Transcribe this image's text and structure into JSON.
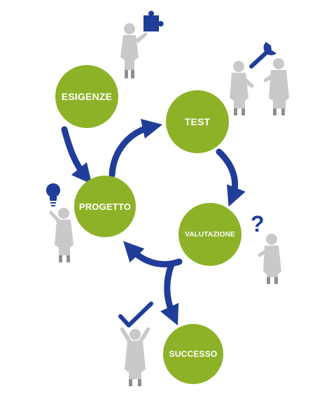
{
  "diagram": {
    "nodes": {
      "esigenze": "ESIGENZE",
      "test": "TEST",
      "progetto": "PROGETTO",
      "valutazione": "VALUTAZIONE",
      "successo": "SUCCESSO"
    },
    "question_mark": "?",
    "icons": [
      "puzzle-piece-icon",
      "wrench-icon",
      "lightbulb-icon",
      "question-mark-icon",
      "checkmark-icon"
    ],
    "colors": {
      "node_green": "#8db227",
      "arrow_blue": "#1f3d99",
      "person_gray": "#c9c9c9",
      "person_dark": "#8f8f8f"
    }
  }
}
